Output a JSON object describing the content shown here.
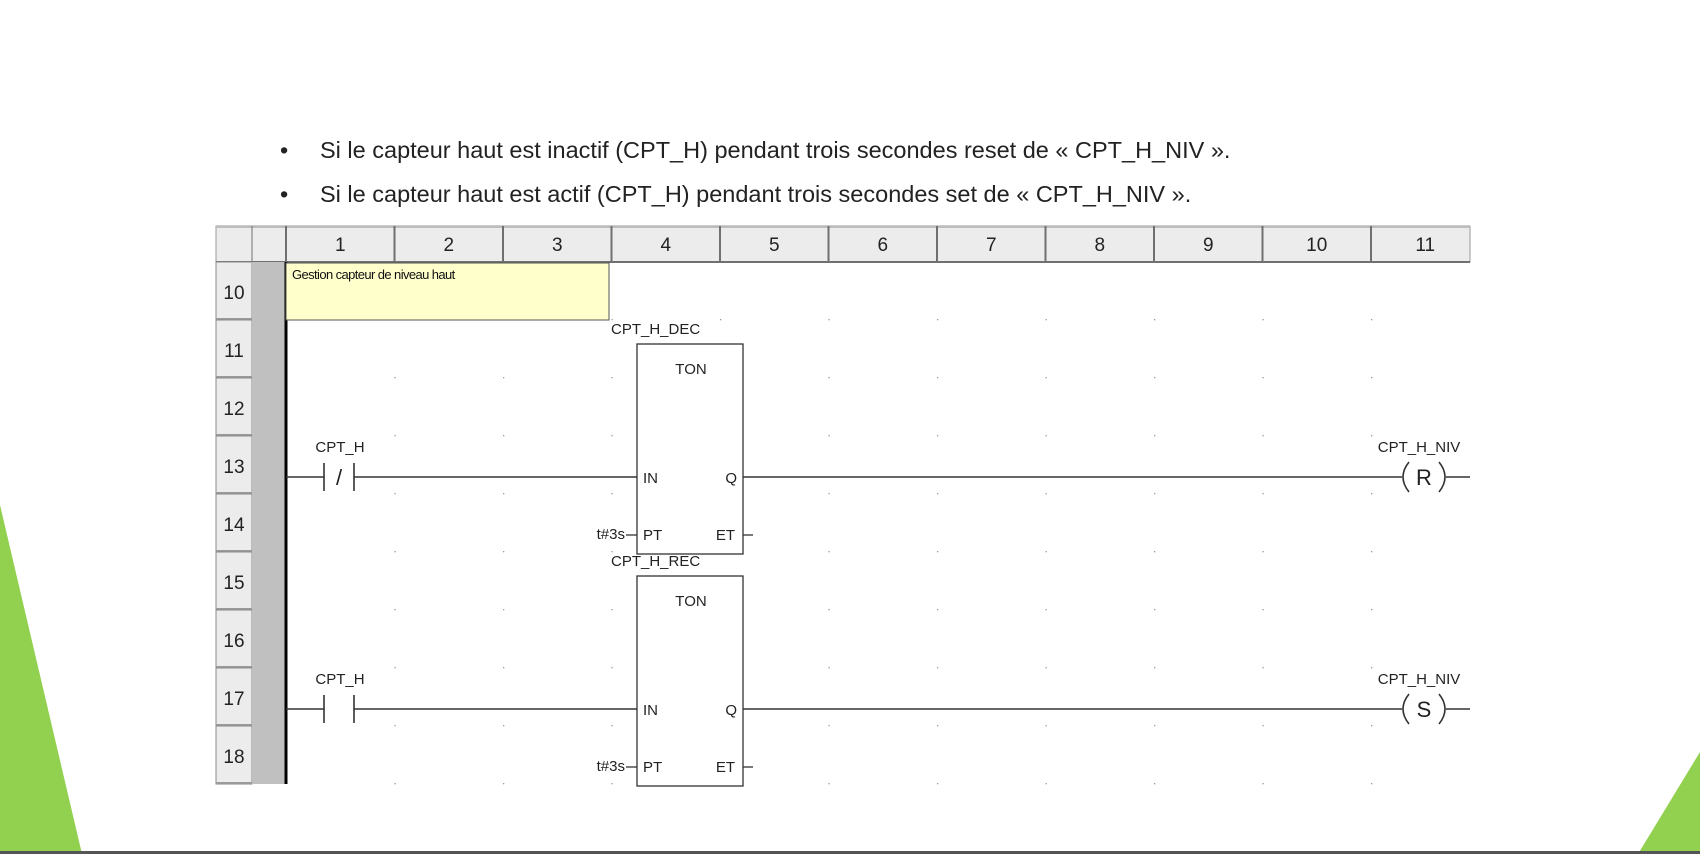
{
  "slide": {
    "bullet_char": "•",
    "bullets": [
      "Si le capteur haut est inactif (CPT_H) pendant trois secondes reset de « CPT_H_NIV ».",
      "Si le capteur haut est actif (CPT_H) pendant trois secondes set de « CPT_H_NIV »."
    ]
  },
  "editor": {
    "columns": [
      "1",
      "2",
      "3",
      "4",
      "5",
      "6",
      "7",
      "8",
      "9",
      "10",
      "11"
    ],
    "rows": [
      "10",
      "11",
      "12",
      "13",
      "14",
      "15",
      "16",
      "17",
      "18"
    ],
    "comment": "Gestion capteur de niveau haut",
    "rungs": [
      {
        "contact_label": "CPT_H",
        "contact_symbol": "/",
        "timer_name": "CPT_H_DEC",
        "timer_type": "TON",
        "pin_in": "IN",
        "pin_q": "Q",
        "pin_pt": "PT",
        "pin_et": "ET",
        "preset": "t#3s",
        "coil_label": "CPT_H_NIV",
        "coil_symbol": "R"
      },
      {
        "contact_label": "CPT_H",
        "contact_symbol": "",
        "timer_name": "CPT_H_REC",
        "timer_type": "TON",
        "pin_in": "IN",
        "pin_q": "Q",
        "pin_pt": "PT",
        "pin_et": "ET",
        "preset": "t#3s",
        "coil_label": "CPT_H_NIV",
        "coil_symbol": "S"
      }
    ]
  },
  "colors": {
    "accent_green": "#92d050",
    "comment_bg": "#ffffcc",
    "header_bg": "#ececec",
    "left_rail": "#c0c0c0"
  }
}
